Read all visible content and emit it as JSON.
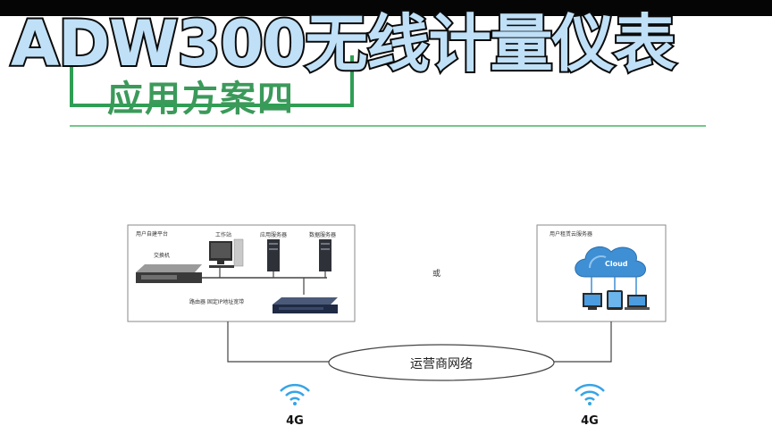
{
  "header": {
    "title": "ADW300无线计量仪表",
    "banner_text": "应用方案四"
  },
  "diagram": {
    "left_box": {
      "title": "用户自建平台",
      "switch_label": "交换机",
      "workstation_label": "工作站",
      "app_server_label": "应用服务器",
      "data_server_label": "数据服务器",
      "router_label": "路由器 固定IP地址宽带"
    },
    "middle_text": "或",
    "right_box": {
      "title": "用户租赁云服务器",
      "cloud_label": "Cloud"
    },
    "network_label": "运营商网络",
    "signal_left": "4G",
    "signal_right": "4G"
  },
  "colors": {
    "accent_green": "#2f9e54",
    "title_fill": "#bfe0f7",
    "cloud_blue": "#3f8fd4"
  }
}
